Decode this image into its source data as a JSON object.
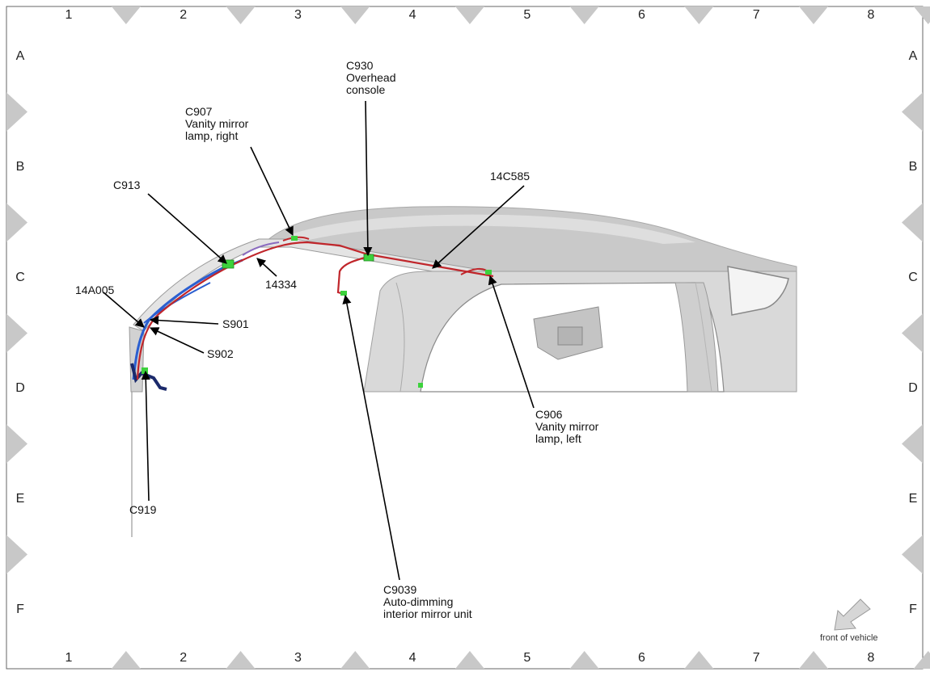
{
  "grid": {
    "columns": [
      "1",
      "2",
      "3",
      "4",
      "5",
      "6",
      "7",
      "8"
    ],
    "rows": [
      "A",
      "B",
      "C",
      "D",
      "E",
      "F"
    ]
  },
  "callouts": {
    "c930": [
      "C930",
      "Overhead",
      "console"
    ],
    "c907": [
      "C907",
      "Vanity mirror",
      "lamp, right"
    ],
    "c14c585": [
      "14C585"
    ],
    "c913": [
      "C913"
    ],
    "c14a005": [
      "14A005"
    ],
    "c14334": [
      "14334"
    ],
    "s901": [
      "S901"
    ],
    "s902": [
      "S902"
    ],
    "c906": [
      "C906",
      "Vanity mirror",
      "lamp, left"
    ],
    "c919": [
      "C919"
    ],
    "c9039": [
      "C9039",
      "Auto-dimming",
      "interior mirror unit"
    ]
  },
  "orientation": {
    "label": "front of vehicle"
  },
  "colors": {
    "harness_red": "#c0262b",
    "harness_blue": "#2b5fd0",
    "harness_navy": "#1b2a6b",
    "harness_purple": "#8a6bbf",
    "connector_green": "#3cd23c",
    "body_gray": "#d9d9d9"
  }
}
